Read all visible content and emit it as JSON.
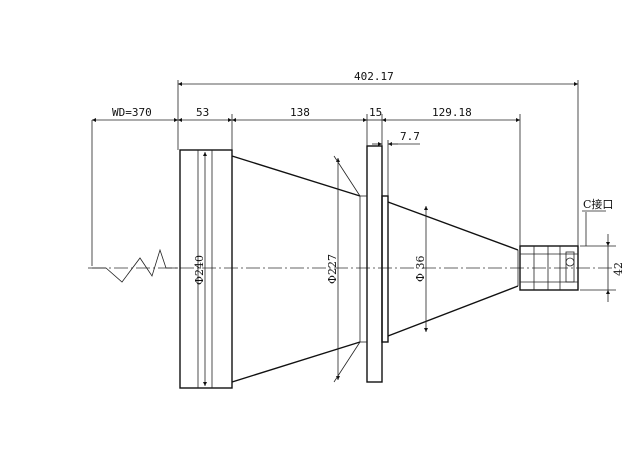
{
  "dimensions": {
    "total_length": "402.17",
    "working_distance": "WD=370",
    "front_flange": "53",
    "cone_length": "138",
    "mid_flange": "15",
    "rear_length": "129.18",
    "step": "7.7",
    "front_diameter": "Φ240",
    "mid_diameter": "Φ227",
    "rear_diameter": "Φ 36",
    "mount_height": "42"
  },
  "mount_label": "C接口"
}
